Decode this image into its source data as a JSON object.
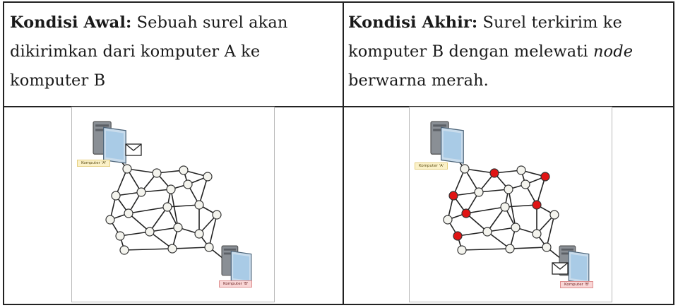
{
  "left": {
    "heading": "Kondisi Awal:",
    "text_l1": " Sebuah surel akan",
    "text_l2": "dikirimkan dari komputer A ke",
    "text_l3": "komputer B"
  },
  "right": {
    "heading": "Kondisi Akhir:",
    "text_l1": " Surel terkirim ke",
    "text_l2a": "komputer B dengan melewati ",
    "text_l2_italic": "node",
    "text_l3": "berwarna merah."
  },
  "figure_left": {
    "label_a": "Komputer 'A'",
    "label_b": "Komputer 'B'",
    "highlighted_nodes": []
  },
  "figure_right": {
    "label_a": "Komputer 'A'",
    "label_b": "Komputer 'B'",
    "highlighted_nodes": [
      1,
      3,
      4,
      8,
      10,
      13
    ]
  },
  "colors": {
    "node_fill": "#f4f4ee",
    "node_highlight": "#e01515",
    "edge": "#222222",
    "label_a_bg": "#fbf1c8",
    "label_b_bg": "#f9d6d6"
  },
  "icons": [
    "computer-icon",
    "envelope-icon"
  ]
}
